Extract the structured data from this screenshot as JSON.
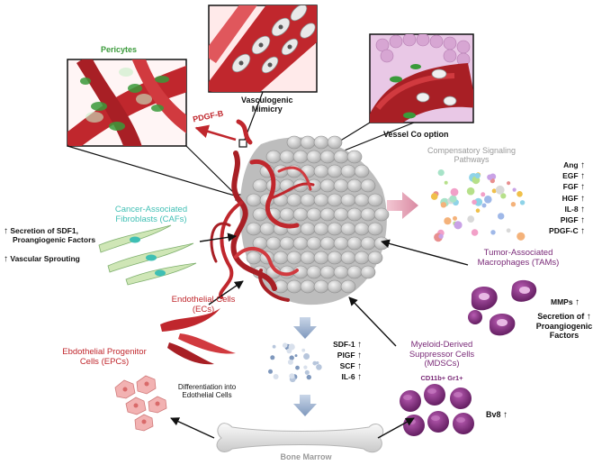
{
  "colors": {
    "vessel": "#c0272d",
    "tumor": "#cfcfcf",
    "caf": "#3fbfb4",
    "myeloid": "#7a2a78",
    "pericyte": "#3a9a3a",
    "arrow_big": "#e6a7b8",
    "arrow_blue": "#9ab0d0"
  },
  "labels": {
    "pericytes": "Pericytes",
    "vasculogenic": [
      "Vasculogenic",
      "Mimicry"
    ],
    "cooption": "Vessel Co option",
    "pdgfb": "PDGF-B",
    "compensatory": [
      "Compensatory Signaling",
      "Pathways"
    ],
    "factors_right": [
      "Ang",
      "EGF",
      "FGF",
      "HGF",
      "IL-8",
      "PlGF",
      "PDGF-C"
    ],
    "caf": [
      "Cancer-Associated",
      "Fibroblasts (CAFs)"
    ],
    "caf_effects": [
      "Secretion of SDF1,",
      "Proangiogenic Factors"
    ],
    "vascular_sprouting": "Vascular Sprouting",
    "tam": [
      "Tumor-Associated",
      "Macrophages (TAMs)"
    ],
    "mmps": "MMPs",
    "tam_secretion": [
      "Secretion of",
      "Proangiogenic",
      "Factors"
    ],
    "ecs": [
      "Endothelial Cells",
      "(ECs)"
    ],
    "epcs": [
      "Ebdothelial Progenitor",
      "Cells (EPCs)"
    ],
    "differentiation": [
      "Differentiation into",
      "Edothelial Cells"
    ],
    "bm_factors": [
      "SDF-1",
      "PlGF",
      "SCF",
      "IL-6"
    ],
    "mdsc": [
      "Myeloid-Derived",
      "Suppressor Cells",
      "(MDSCs)"
    ],
    "mdsc_markers": "CD11b+ Gr1+",
    "bv8": "Bv8",
    "bone_marrow": "Bone Marrow",
    "up_arrow": "↑"
  }
}
